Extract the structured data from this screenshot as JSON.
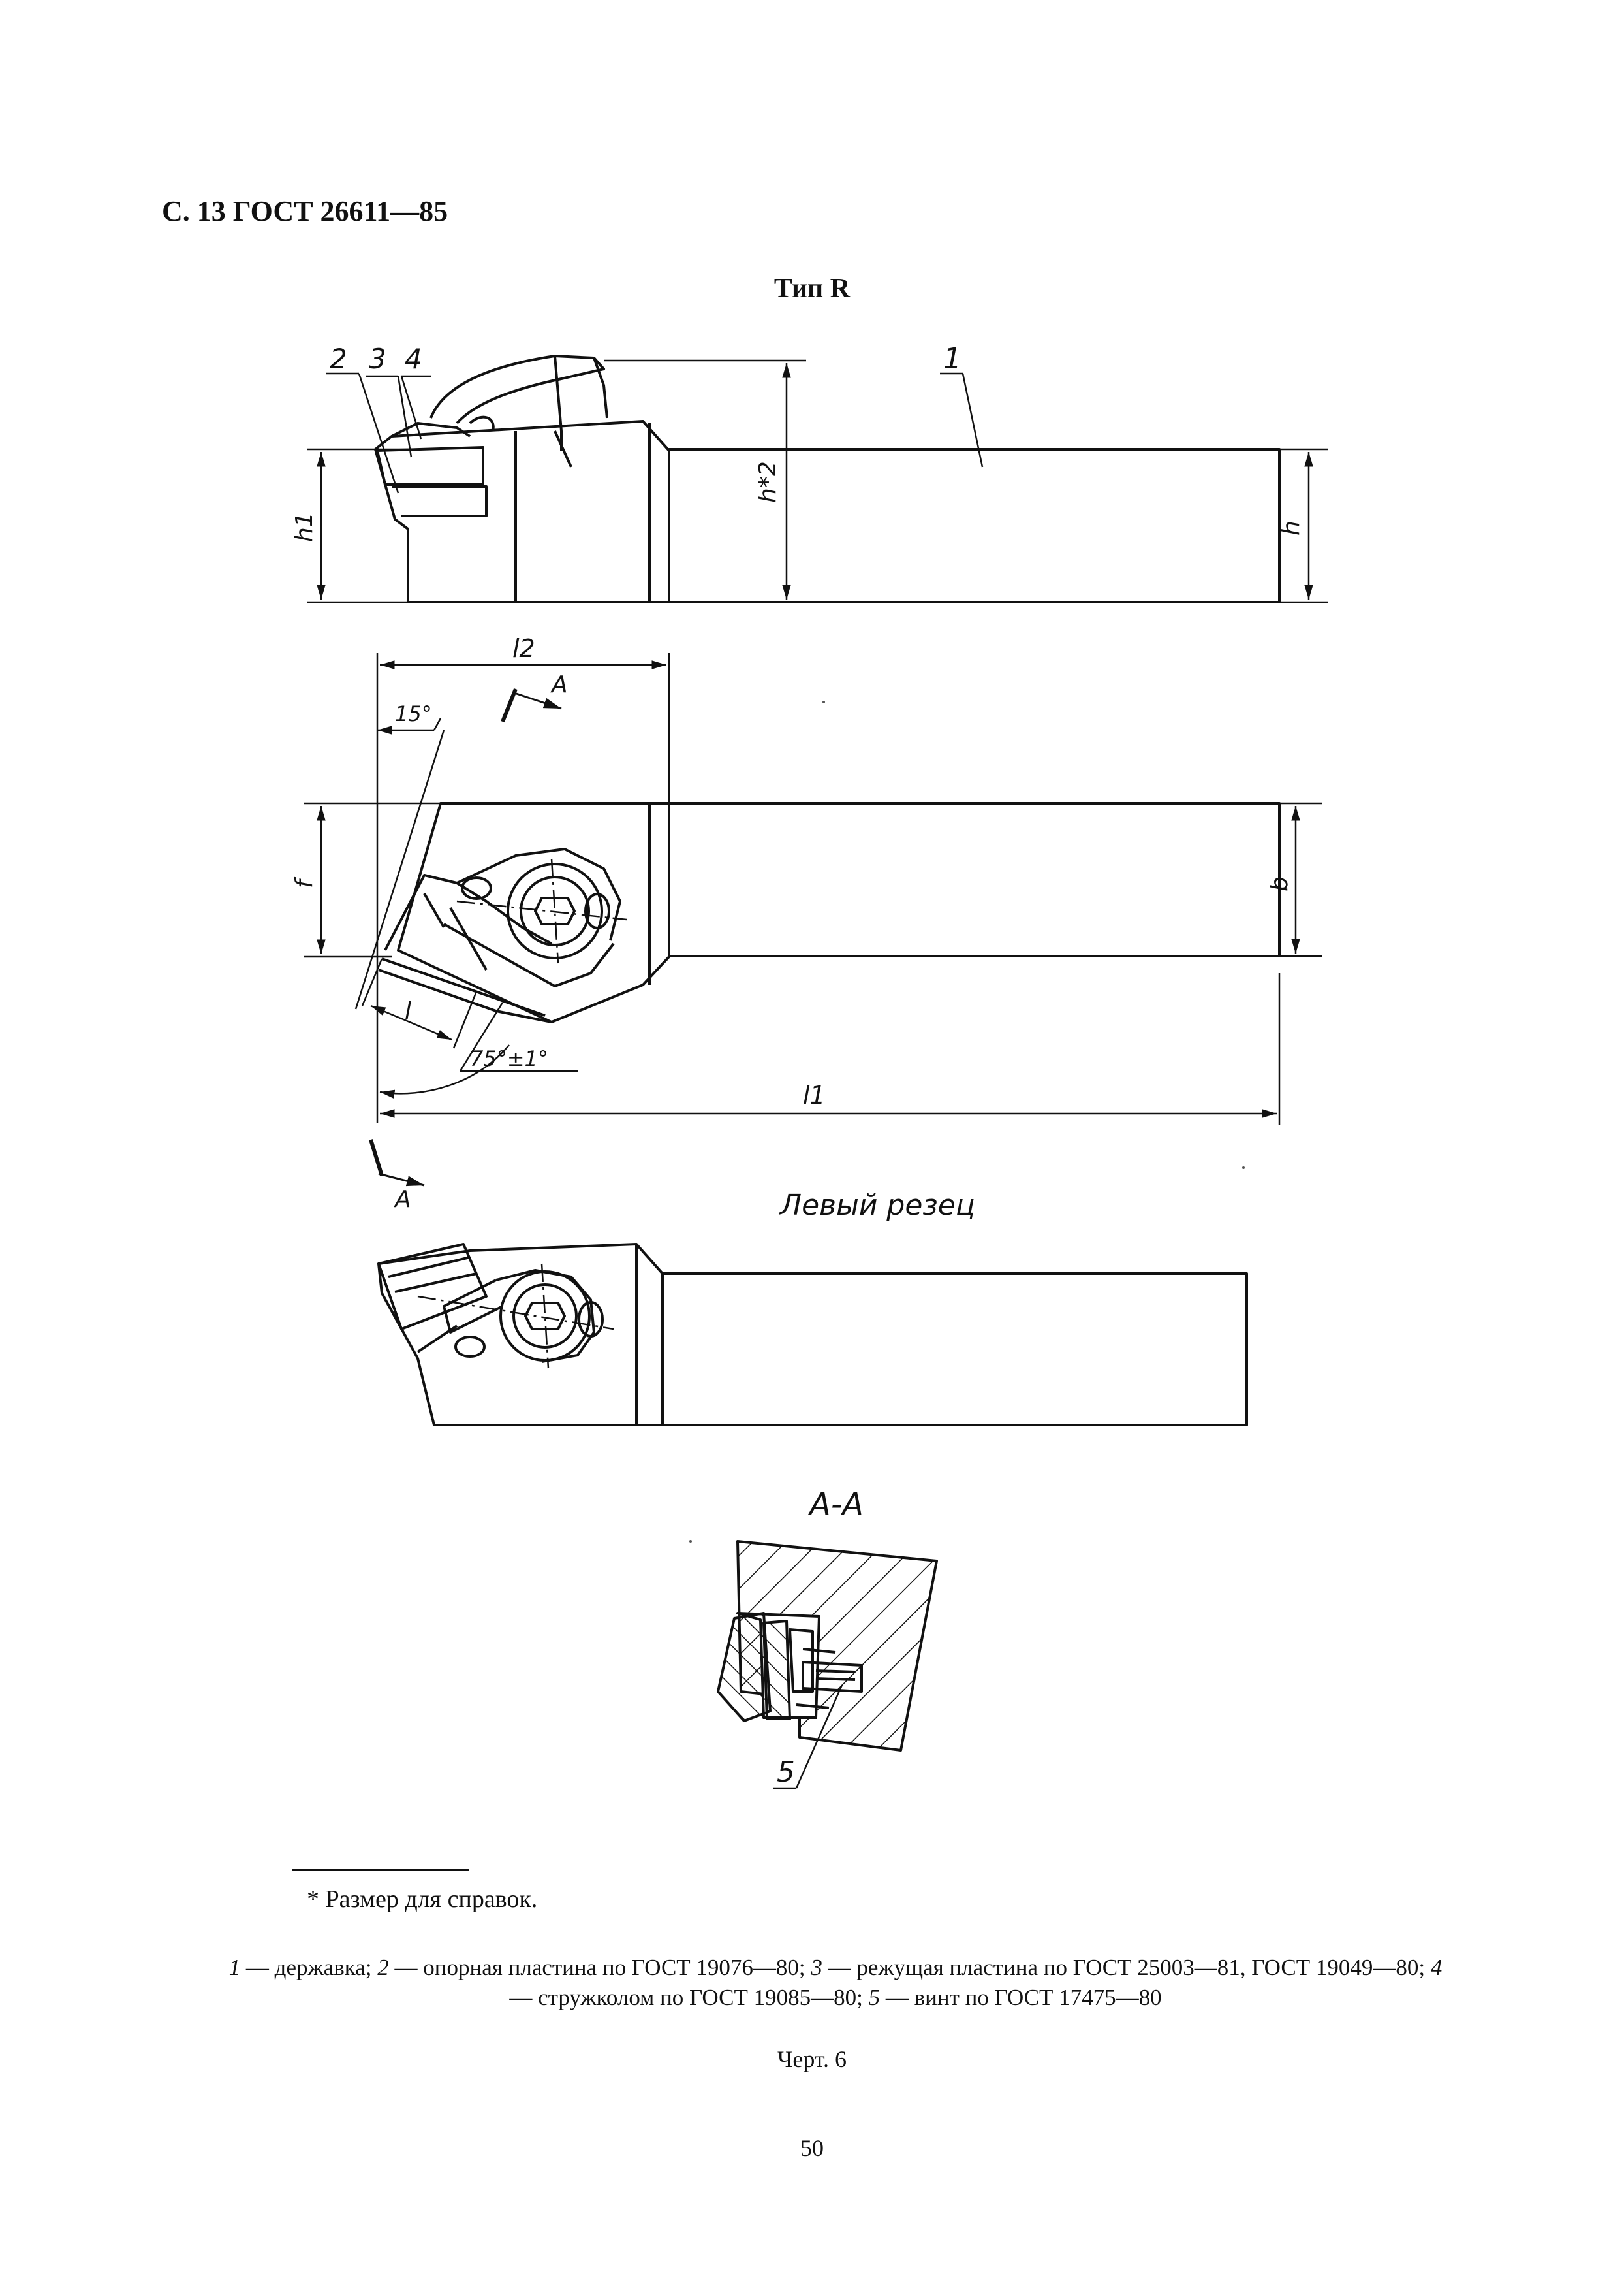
{
  "header": {
    "page_ref": "С. 13 ГОСТ 26611—85"
  },
  "figure": {
    "type_title": "Тип R",
    "labels": {
      "part1": "1",
      "part2": "2",
      "part3": "3",
      "part4": "4",
      "part5": "5",
      "h1": "h1",
      "h2": "h*2",
      "h": "h",
      "l2": "l2",
      "l1": "l1",
      "l": "l",
      "f": "f",
      "b": "b",
      "angle_15": "15°",
      "angle_75": "75°±1°",
      "section_mark": "А",
      "section_title": "А-А",
      "left_cutter": "Левый резец"
    }
  },
  "footnote": "* Размер для справок.",
  "legend": {
    "n1": "1",
    "t1": "— державка;",
    "n2": "2",
    "t2": "— опорная пластина по ГОСТ 19076—80;",
    "n3": "3",
    "t3": "— режущая пластина по ГОСТ 25003—81, ГОСТ 19049—80;",
    "n4": "4",
    "t4": "— стружколом по ГОСТ 19085—80;",
    "n5": "5",
    "t5": "— винт по ГОСТ 17475—80"
  },
  "figure_caption": "Черт. 6",
  "page_number": "50"
}
